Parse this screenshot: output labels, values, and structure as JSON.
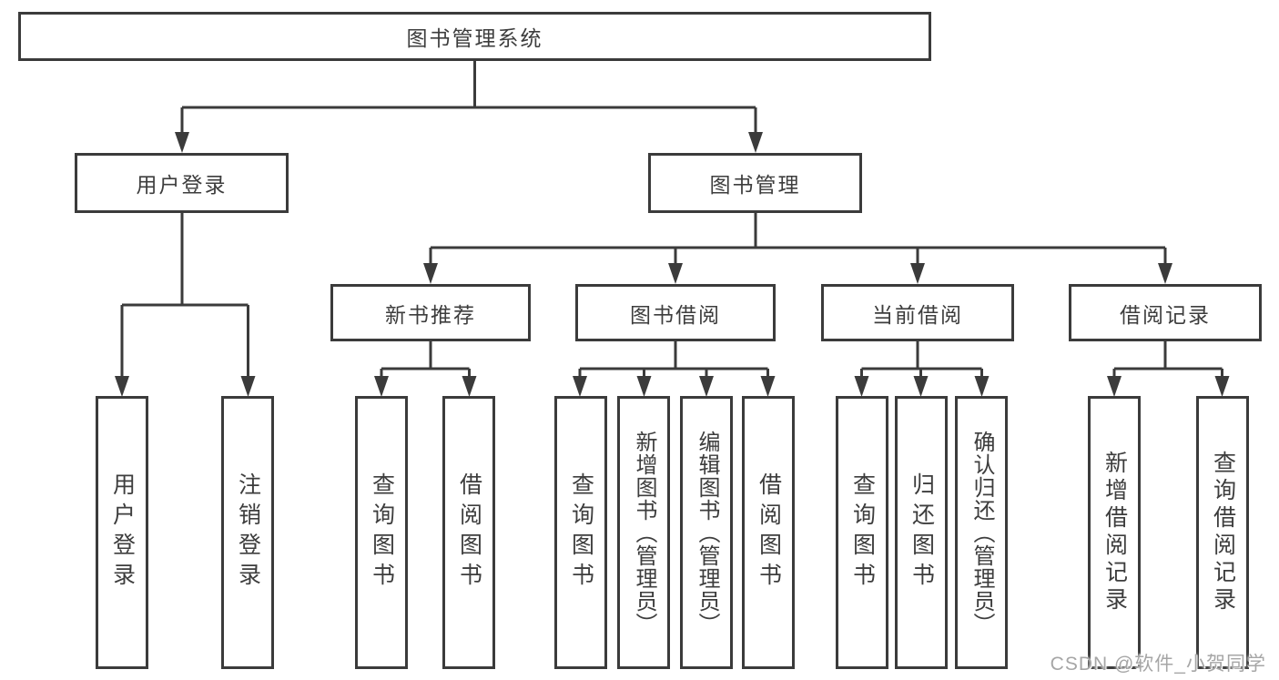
{
  "diagram_type": "hierarchy-tree",
  "nodes": {
    "root": "图书管理系统",
    "user_login": "用户登录",
    "book_mgmt": "图书管理",
    "new_book_rec": "新书推荐",
    "book_borrow": "图书借阅",
    "current_borrow": "当前借阅",
    "borrow_record": "借阅记录",
    "leaf_user_login": "用户登录",
    "leaf_logout": "注销登录",
    "leaf_nbr_query": "查询图书",
    "leaf_nbr_borrow": "借阅图书",
    "leaf_bb_query": "查询图书",
    "leaf_bb_add": "新增图书（管理员）",
    "leaf_bb_edit": "编辑图书（管理员）",
    "leaf_bb_borrow": "借阅图书",
    "leaf_cb_query": "查询图书",
    "leaf_cb_return": "归还图书",
    "leaf_cb_confirm": "确认归还（管理员）",
    "leaf_br_add": "新增借阅记录",
    "leaf_br_query": "查询借阅记录"
  },
  "edges": [
    {
      "parent": "root",
      "children": [
        "user_login",
        "book_mgmt"
      ]
    },
    {
      "parent": "user_login",
      "children": [
        "leaf_user_login",
        "leaf_logout"
      ]
    },
    {
      "parent": "book_mgmt",
      "children": [
        "new_book_rec",
        "book_borrow",
        "current_borrow",
        "borrow_record"
      ]
    },
    {
      "parent": "new_book_rec",
      "children": [
        "leaf_nbr_query",
        "leaf_nbr_borrow"
      ]
    },
    {
      "parent": "book_borrow",
      "children": [
        "leaf_bb_query",
        "leaf_bb_add",
        "leaf_bb_edit",
        "leaf_bb_borrow"
      ]
    },
    {
      "parent": "current_borrow",
      "children": [
        "leaf_cb_query",
        "leaf_cb_return",
        "leaf_cb_confirm"
      ]
    },
    {
      "parent": "borrow_record",
      "children": [
        "leaf_br_add",
        "leaf_br_query"
      ]
    }
  ],
  "watermark": "CSDN @软件_小贺同学",
  "colors": {
    "line": "#3b3b3b",
    "text": "#3d3d3d",
    "background": "#ffffff",
    "watermark": "#a6a6a6"
  }
}
